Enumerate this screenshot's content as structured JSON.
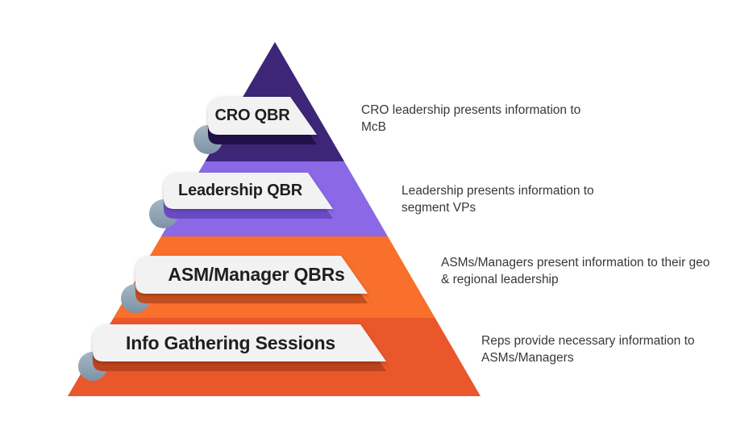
{
  "diagram": {
    "type": "pyramid",
    "levels": [
      {
        "label": "CRO QBR",
        "description": "CRO leadership presents information to McB",
        "band_color": "#3D2578",
        "fold_color": "#231049"
      },
      {
        "label": "Leadership QBR",
        "description": "Leadership presents information to segment VPs",
        "band_color": "#8A68E6",
        "fold_color": "#6A4AC2"
      },
      {
        "label": "ASM/Manager QBRs",
        "description": "ASMs/Managers present information to their geo & regional leadership",
        "band_color": "#F8702B",
        "fold_color": "#C24E1E"
      },
      {
        "label": "Info Gathering Sessions",
        "description": "Reps provide necessary information to ASMs/Managers",
        "band_color": "#E9572B",
        "fold_color": "#BC431E"
      }
    ],
    "banner_color": "#F2F2F2",
    "curl_color": "#8EA3B6",
    "label_text_color": "#1F1F1F",
    "description_text_color": "#383838",
    "background_color": "#FFFFFF"
  }
}
